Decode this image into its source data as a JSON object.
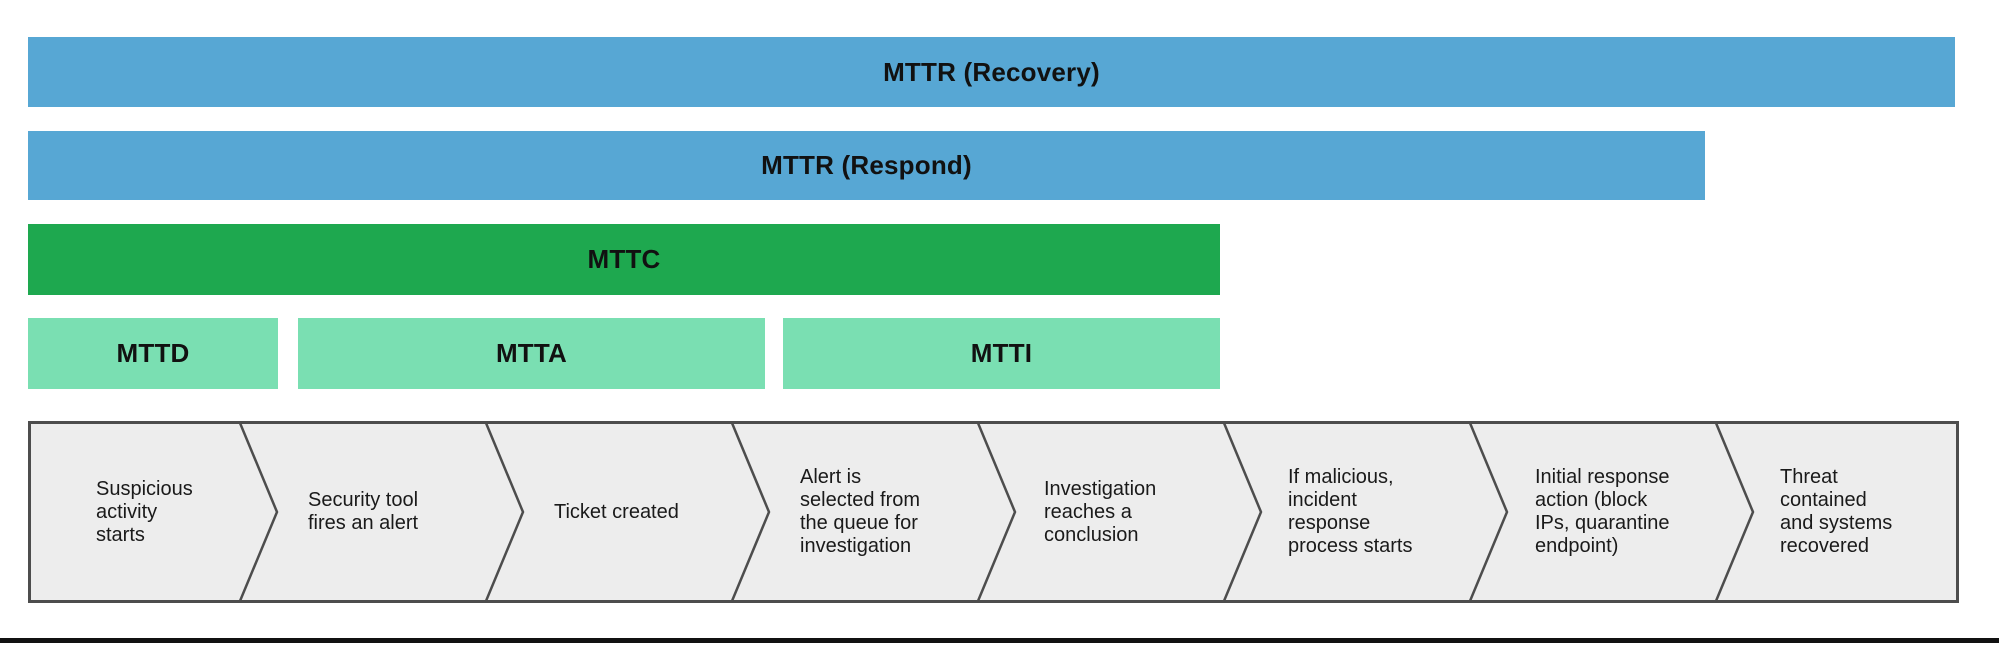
{
  "colors": {
    "blue": "#57A7D4",
    "green": "#1EA84F",
    "light_green": "#7ADFB2",
    "band_fill": "#EDEDED",
    "band_stroke": "#4D4D4D",
    "label_text": "#111111",
    "step_text": "#1A1A1A",
    "bottom_rule": "#111111"
  },
  "metric_bars": [
    {
      "id": "mttr-recovery",
      "label": "MTTR (Recovery)",
      "color": "blue"
    },
    {
      "id": "mttr-respond",
      "label": "MTTR (Respond)",
      "color": "blue"
    },
    {
      "id": "mttc",
      "label": "MTTC",
      "color": "green"
    },
    {
      "id": "mttd",
      "label": "MTTD",
      "color": "light_green"
    },
    {
      "id": "mtta",
      "label": "MTTA",
      "color": "light_green"
    },
    {
      "id": "mtti",
      "label": "MTTI",
      "color": "light_green"
    }
  ],
  "timeline": {
    "steps": [
      {
        "label": "Suspicious\nactivity\nstarts"
      },
      {
        "label": "Security tool\nfires an alert"
      },
      {
        "label": "Ticket created"
      },
      {
        "label": "Alert is\nselected from\nthe queue for\ninvestigation"
      },
      {
        "label": "Investigation\nreaches a\nconclusion"
      },
      {
        "label": "If malicious,\nincident\nresponse\nprocess starts"
      },
      {
        "label": "Initial response\naction (block\nIPs, quarantine\nendpoint)"
      },
      {
        "label": "Threat\ncontained\nand systems\nrecovered"
      }
    ]
  }
}
